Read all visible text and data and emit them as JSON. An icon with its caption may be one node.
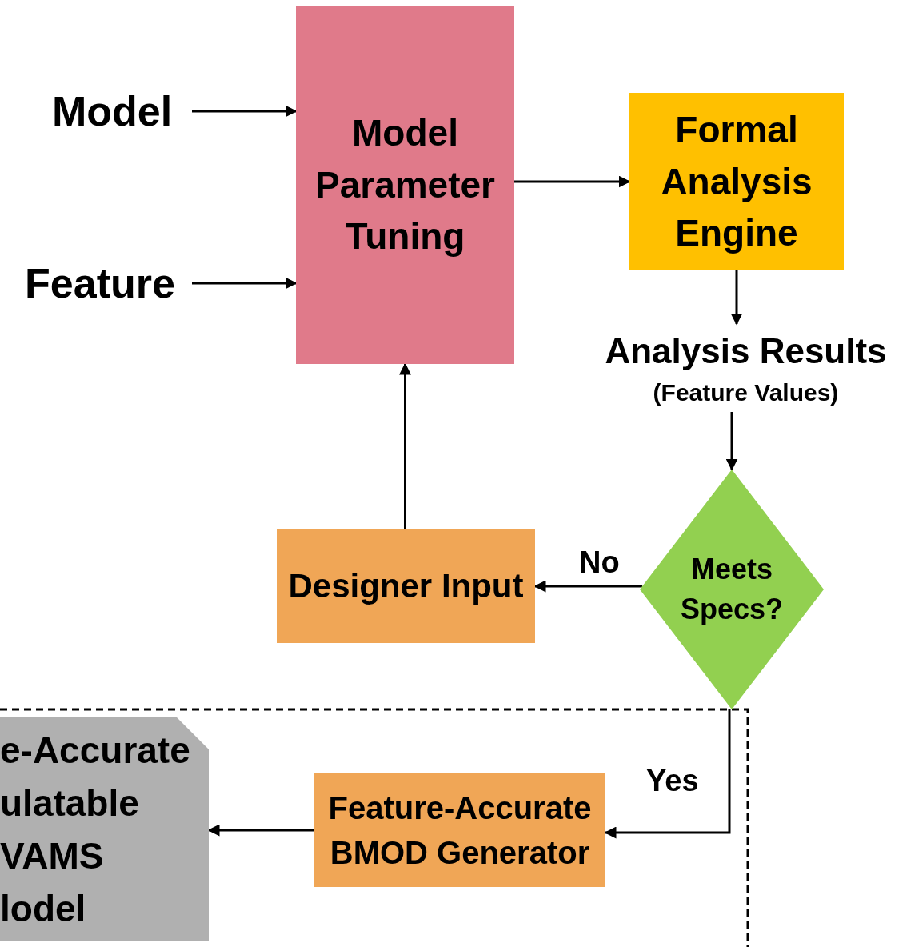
{
  "diagram": {
    "nodes": [
      {
        "text": [
          "Model"
        ]
      },
      {
        "text": [
          "Feature"
        ]
      },
      {
        "text": [
          "Model Parameter Tuning"
        ]
      },
      {
        "text": [
          "Formal Analysis Engine"
        ]
      },
      {
        "text": [
          "Analysis Results",
          "(Feature Values)"
        ]
      },
      {
        "text": [
          "Meets Specs?"
        ]
      },
      {
        "text": [
          "Designer Input"
        ]
      },
      {
        "text": [
          "Feature-Accurate BMOD Generator"
        ]
      },
      {
        "text": [
          "e-Accurate ulatable VAMS lodel"
        ]
      }
    ],
    "edges": [
      {
        "from": 0,
        "to": 2,
        "arrow": "to"
      },
      {
        "from": 1,
        "to": 2,
        "arrow": "to"
      },
      {
        "from": 2,
        "to": 3,
        "arrow": "to"
      },
      {
        "from": 3,
        "to": 4,
        "arrow": "to"
      },
      {
        "from": 4,
        "to": 5,
        "arrow": "to"
      },
      {
        "from": 5,
        "to": 6,
        "arrow": "to",
        "label": "No"
      },
      {
        "from": 6,
        "to": 2,
        "arrow": "to"
      },
      {
        "from": 5,
        "to": 7,
        "arrow": "to",
        "label": "Yes"
      },
      {
        "from": 7,
        "to": 8,
        "arrow": "to"
      }
    ]
  }
}
